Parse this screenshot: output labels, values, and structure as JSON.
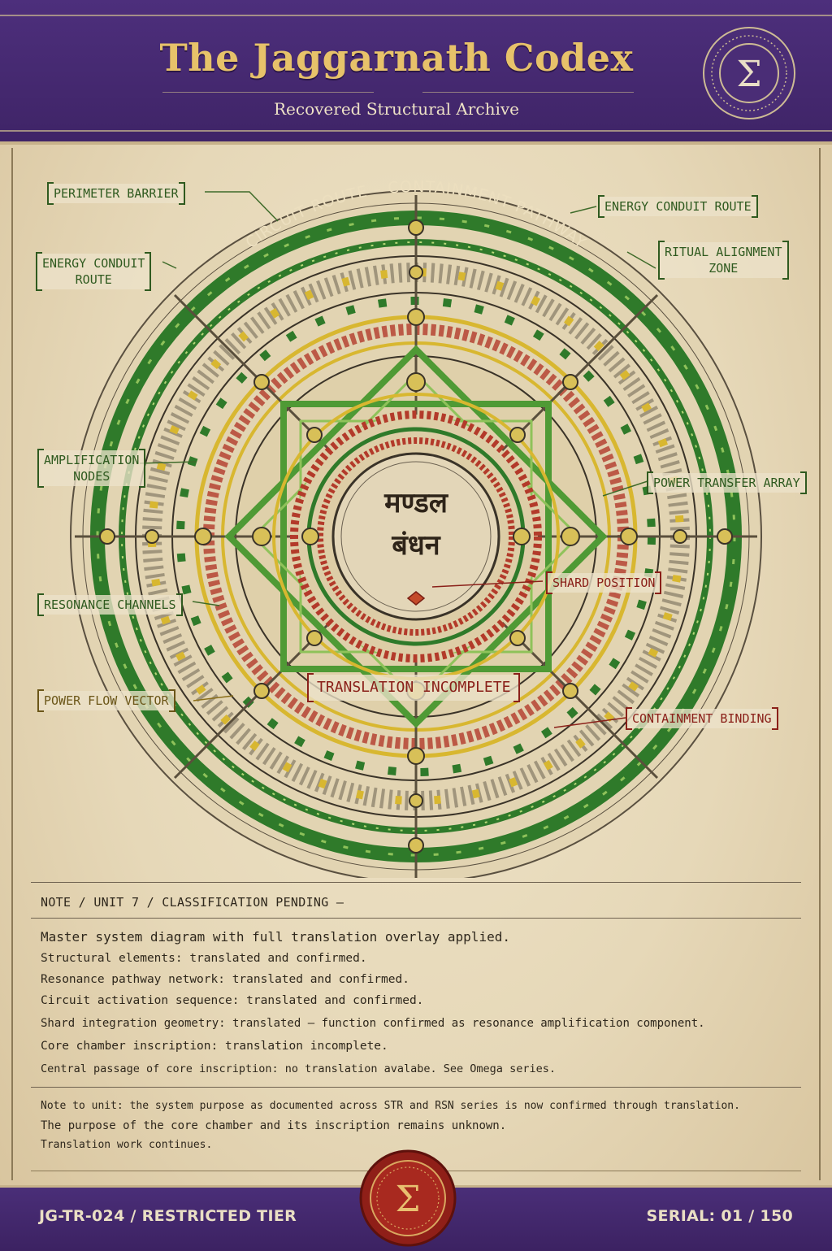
{
  "header": {
    "title": "The Jaggarnath Codex",
    "subtitle": "Recovered Structural Archive",
    "seal_symbol": "Σ"
  },
  "diagram": {
    "ring_label": "CIRCUIT ROUTE – CONTAINMENT PATHWAY",
    "core_inscription_line1": "मण्डल",
    "core_inscription_line2": "बंधन",
    "callouts": {
      "perimeter_barrier": "PERIMETER BARRIER",
      "energy_conduit_route_left_1": "ENERGY CONDUIT",
      "energy_conduit_route_left_2": "ROUTE",
      "energy_conduit_route_right": "ENERGY CONDUIT ROUTE",
      "ritual_alignment_zone_1": "RITUAL ALIGNMENT",
      "ritual_alignment_zone_2": "ZONE",
      "amplification_nodes_1": "AMPLIFICATION",
      "amplification_nodes_2": "NODES",
      "power_transfer_array": "POWER TRANSFER ARRAY",
      "resonance_channels": "RESONANCE CHANNELS",
      "shard_position": "SHARD POSITION",
      "translation_incomplete": "TRANSLATION INCOMPLETE",
      "power_flow_vector": "POWER FLOW VECTOR",
      "containment_binding": "CONTAINMENT BINDING"
    },
    "colors": {
      "green": "#2f7a2a",
      "red": "#b33a2a",
      "gold": "#d8b730",
      "dark": "#3a3328"
    }
  },
  "notes": {
    "heading": "NOTE / UNIT 7 / CLASSIFICATION PENDING —",
    "lines": [
      "Master system diagram with full translation overlay applied.",
      "Structural elements: translated and confirmed.",
      "Resonance pathway network: translated and confirmed.",
      "Circuit activation sequence: translated and confirmed.",
      "Shard integration geometry: translated — function confirmed as resonance amplification component.",
      "Core chamber inscription: translation incomplete.",
      "Central passage of core inscription: no translation avalabe. See Omega series."
    ],
    "footer_lines": [
      "Note to unit: the system purpose as documented across STR and RSN series is now confirmed through translation.",
      "The purpose of the core chamber and its inscription remains unknown.",
      "Translation work continues."
    ]
  },
  "footer": {
    "left": "JG-TR-024 / RESTRICTED TIER",
    "right": "SERIAL: 01 / 150",
    "seal_symbol": "Σ"
  }
}
